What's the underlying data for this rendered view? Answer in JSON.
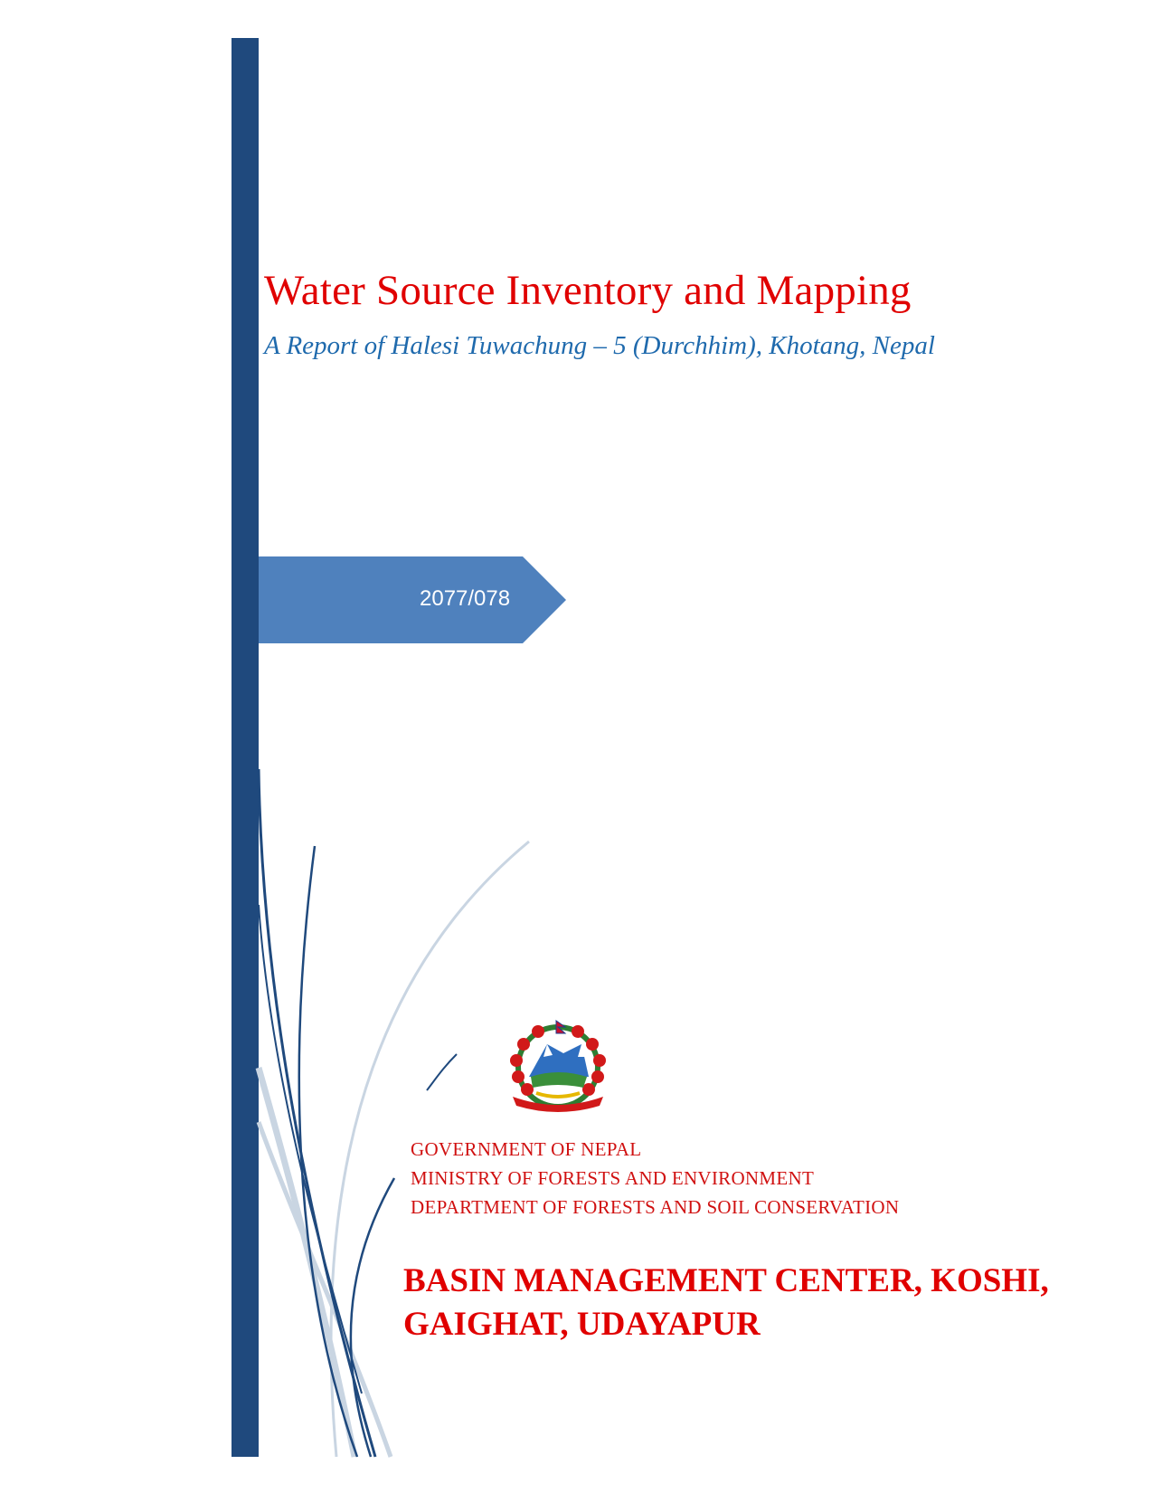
{
  "document": {
    "title": "Water Source Inventory and Mapping",
    "subtitle": "A Report of Halesi Tuwachung – 5  (Durchhim), Khotang, Nepal",
    "year": "2077/078",
    "emblem": "nepal-government-emblem",
    "issuer": {
      "lines": [
        "GOVERNMENT OF NEPAL",
        "MINISTRY OF FORESTS AND ENVIRONMENT",
        "DEPARTMENT OF FORESTS AND SOIL CONSERVATION"
      ]
    },
    "center": {
      "line1": "BASIN MANAGEMENT CENTER, KOSHI,",
      "line2": "GAIGHAT, UDAYAPUR"
    }
  },
  "colors": {
    "bar": "#1f497d",
    "banner": "#4f81bd",
    "title": "#e00000",
    "subtitle": "#1f6aad",
    "issuer": "#d01010"
  }
}
